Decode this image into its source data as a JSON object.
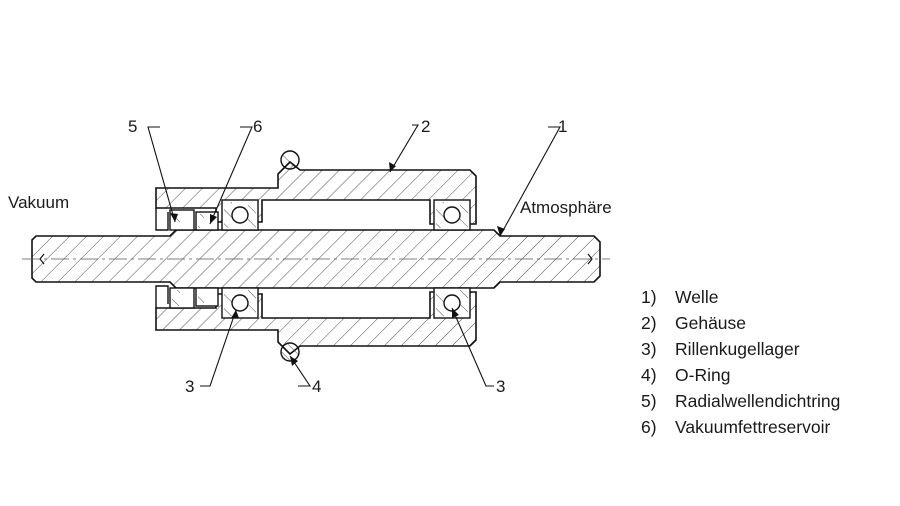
{
  "labels": {
    "vacuum": "Vakuum",
    "atmosphere": "Atmosphäre"
  },
  "callouts": [
    "1",
    "2",
    "3",
    "3",
    "4",
    "5",
    "6"
  ],
  "legend": [
    {
      "num": "1)",
      "text": "Welle"
    },
    {
      "num": "2)",
      "text": "Gehäuse"
    },
    {
      "num": "3)",
      "text": "Rillenkugellager"
    },
    {
      "num": "4)",
      "text": "O-Ring"
    },
    {
      "num": "5)",
      "text": "Radialwellendichtring"
    },
    {
      "num": "6)",
      "text": "Vakuumfettreservoir"
    }
  ]
}
